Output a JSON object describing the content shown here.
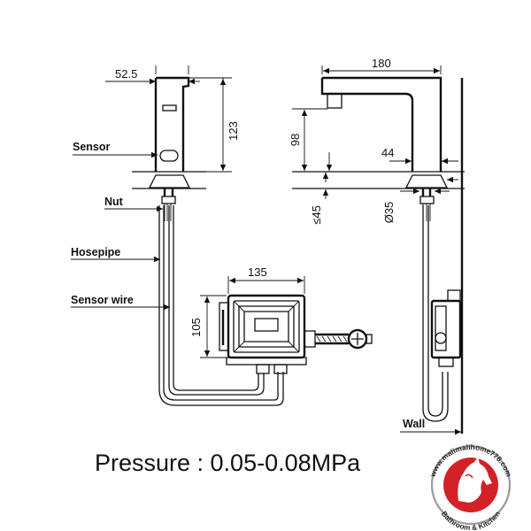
{
  "dimensions": {
    "spout_width": "52.5",
    "sensor_height": "123",
    "reach": "180",
    "spout_height": "98",
    "base_width": "44",
    "deck_thickness": "≤45",
    "shank_diameter": "Ø35",
    "box_width": "135",
    "box_height": "105"
  },
  "labels": {
    "sensor": "Sensor",
    "nut": "Nut",
    "hosepipe": "Hosepipe",
    "sensor_wire": "Sensor wire",
    "wall": "Wall"
  },
  "pressure": "Pressure : 0.05-0.08MPa",
  "logo": {
    "url_text": "www.malimalihome778.com",
    "tagline": "Bathroom & Kitchen",
    "colors": {
      "red": "#d42027",
      "ring": "#9a9a9a"
    }
  }
}
